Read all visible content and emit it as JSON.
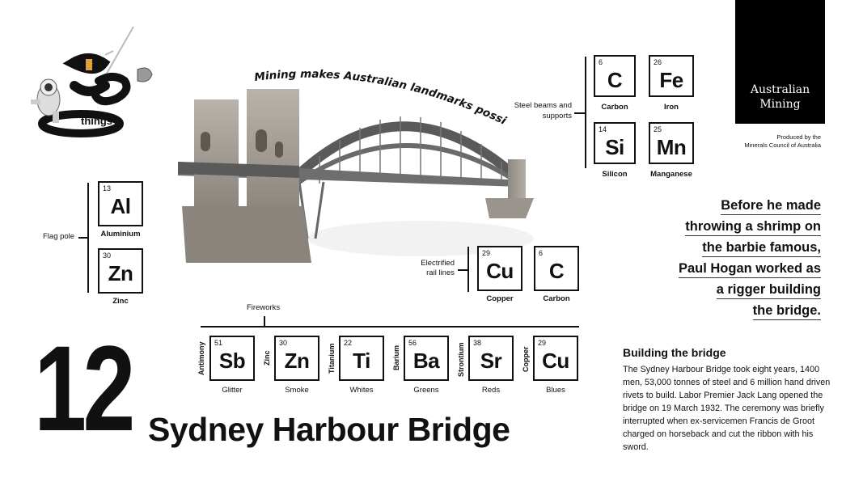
{
  "brand": {
    "logo_line1": "Australian",
    "logo_line2": "Mining",
    "produced_by": "Produced by the\nMinerals Council of Australia"
  },
  "badge": {
    "label": "things"
  },
  "arc_caption": "Mining makes Australian landmarks possible",
  "groups": {
    "steel": {
      "label": "Steel beams and\nsupports"
    },
    "flag": {
      "label": "Flag pole"
    },
    "rail": {
      "label": "Electrified\nrail lines"
    },
    "fireworks": {
      "label": "Fireworks"
    }
  },
  "elements": {
    "c": {
      "num": "6",
      "sym": "C",
      "name": "Carbon"
    },
    "fe": {
      "num": "26",
      "sym": "Fe",
      "name": "Iron"
    },
    "si": {
      "num": "14",
      "sym": "Si",
      "name": "Silicon"
    },
    "mn": {
      "num": "25",
      "sym": "Mn",
      "name": "Manganese"
    },
    "al": {
      "num": "13",
      "sym": "Al",
      "name": "Aluminium"
    },
    "zn": {
      "num": "30",
      "sym": "Zn",
      "name": "Zinc"
    },
    "cu": {
      "num": "29",
      "sym": "Cu",
      "name": "Copper"
    },
    "c2": {
      "num": "6",
      "sym": "C",
      "name": "Carbon"
    }
  },
  "fireworks": [
    {
      "num": "51",
      "sym": "Sb",
      "element": "Antimony",
      "effect": "Glitter"
    },
    {
      "num": "30",
      "sym": "Zn",
      "element": "Zinc",
      "effect": "Smoke"
    },
    {
      "num": "22",
      "sym": "Ti",
      "element": "Titanium",
      "effect": "Whites"
    },
    {
      "num": "56",
      "sym": "Ba",
      "element": "Barium",
      "effect": "Greens"
    },
    {
      "num": "38",
      "sym": "Sr",
      "element": "Strontium",
      "effect": "Reds"
    },
    {
      "num": "29",
      "sym": "Cu",
      "element": "Copper",
      "effect": "Blues"
    }
  ],
  "quote": [
    "Before he made",
    "throwing a shrimp on",
    "the barbie famous,",
    "Paul Hogan worked as",
    "a rigger building",
    "the bridge."
  ],
  "number": "12",
  "title": "Sydney Harbour Bridge",
  "story": {
    "heading": "Building the bridge",
    "body": "The Sydney Harbour Bridge took eight years, 1400 men, 53,000 tonnes of steel and 6 million hand driven rivets to build. Labor Premier Jack Lang opened the bridge on 19 March 1932. The ceremony was briefly interrupted when ex-servicemen Francis de Groot charged on horseback and cut the ribbon with his sword."
  }
}
